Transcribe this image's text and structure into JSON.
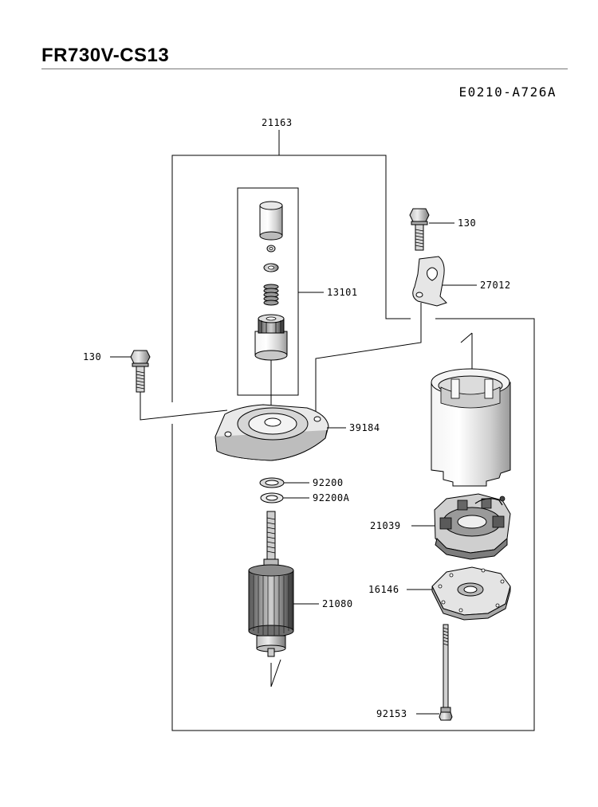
{
  "header": {
    "model": "FR730V-CS13",
    "figure_code": "E0210-A726A"
  },
  "parts": {
    "starter_assy": "21163",
    "pinion_set": "13101",
    "bolt_left": "130",
    "bolt_right": "130",
    "bracket": "27012",
    "cover": "39184",
    "washer": "92200",
    "washer_a": "92200A",
    "brush_holder": "21039",
    "armature": "21080",
    "end_plate": "16146",
    "through_bolt": "92153"
  }
}
